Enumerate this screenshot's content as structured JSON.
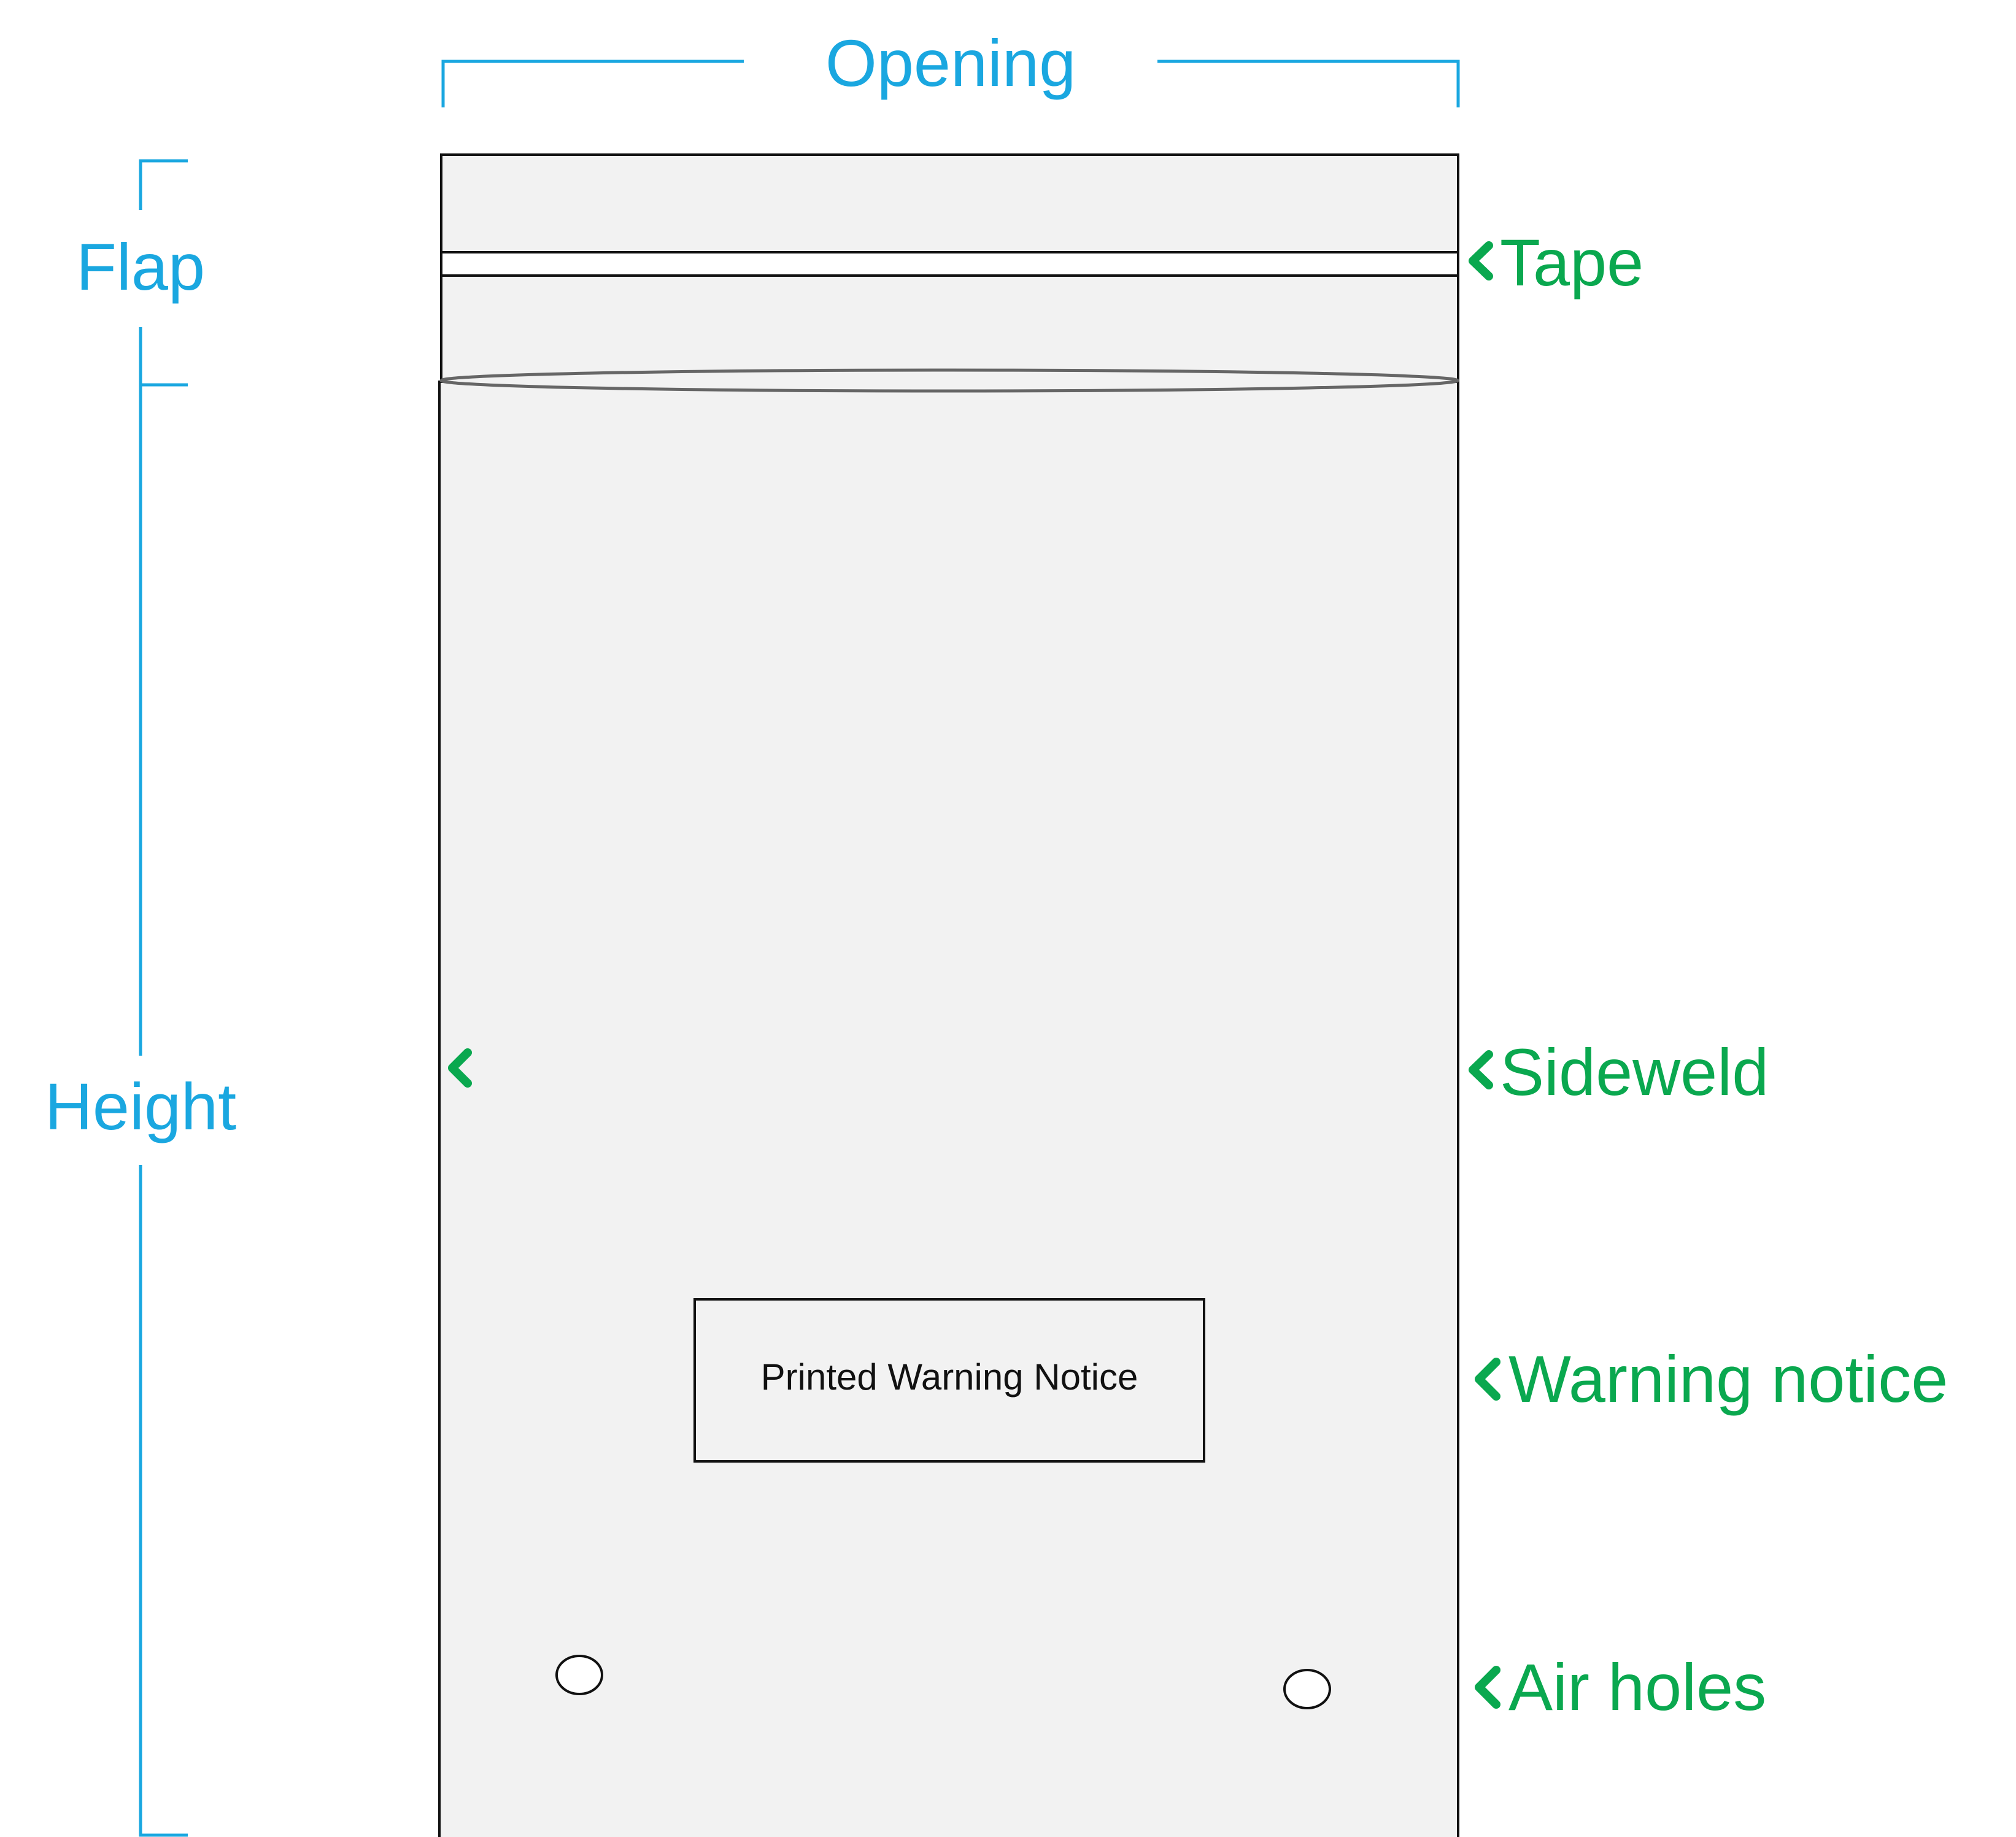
{
  "colors": {
    "dimension": "#1aa7e0",
    "callout": "#0aa84f",
    "outline": "#111111",
    "bag_fill": "#f2f2f2",
    "seal_stroke": "#666666"
  },
  "dimensions": {
    "opening": "Opening",
    "flap": "Flap",
    "height": "Height"
  },
  "callouts": {
    "tape": "Tape",
    "sideweld": "Sideweld",
    "warning_notice": "Warning notice",
    "air_holes": "Air holes"
  },
  "notice": {
    "text": "Printed Warning Notice"
  },
  "icons": {
    "callout_marker": "chevron-left-icon"
  }
}
